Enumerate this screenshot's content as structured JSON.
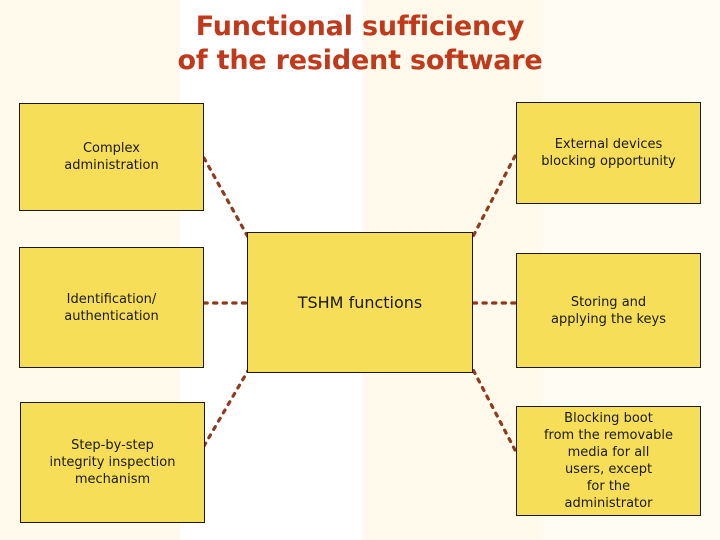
{
  "slide": {
    "title": {
      "line1": "Functional sufficiency",
      "line2": "of the resident software"
    },
    "colors": {
      "title_text": "#c0391b",
      "box_fill": "#f7de58",
      "box_border": "#1a1a1a",
      "connector": "#8f3a1c",
      "background_cream": "#fffaeb",
      "background_white": "#ffffff"
    }
  },
  "diagram": {
    "type": "radial-concept-map",
    "center": {
      "id": "tshm-functions",
      "label": "TSHM functions"
    },
    "nodes": [
      {
        "id": "complex-administration",
        "label": "Complex\nadministration",
        "position": "top-left"
      },
      {
        "id": "external-devices",
        "label": "External devices\nblocking opportunity",
        "position": "top-right"
      },
      {
        "id": "identification",
        "label": "Identification/\nauthentication",
        "position": "middle-left"
      },
      {
        "id": "storing-keys",
        "label": "Storing and\napplying the keys",
        "position": "middle-right"
      },
      {
        "id": "step-by-step",
        "label": "Step-by-step\nintegrity inspection\nmechanism",
        "position": "bottom-left"
      },
      {
        "id": "blocking-boot",
        "label": "Blocking boot\nfrom the removable\nmedia for all\nusers, except\nfor the\nadministrator",
        "position": "bottom-right"
      }
    ],
    "edges": [
      {
        "from": "complex-administration",
        "to": "tshm-functions",
        "style": "dotted"
      },
      {
        "from": "external-devices",
        "to": "tshm-functions",
        "style": "dotted"
      },
      {
        "from": "identification",
        "to": "tshm-functions",
        "style": "dotted"
      },
      {
        "from": "storing-keys",
        "to": "tshm-functions",
        "style": "dotted"
      },
      {
        "from": "step-by-step",
        "to": "tshm-functions",
        "style": "dotted"
      },
      {
        "from": "blocking-boot",
        "to": "tshm-functions",
        "style": "dotted"
      }
    ]
  }
}
